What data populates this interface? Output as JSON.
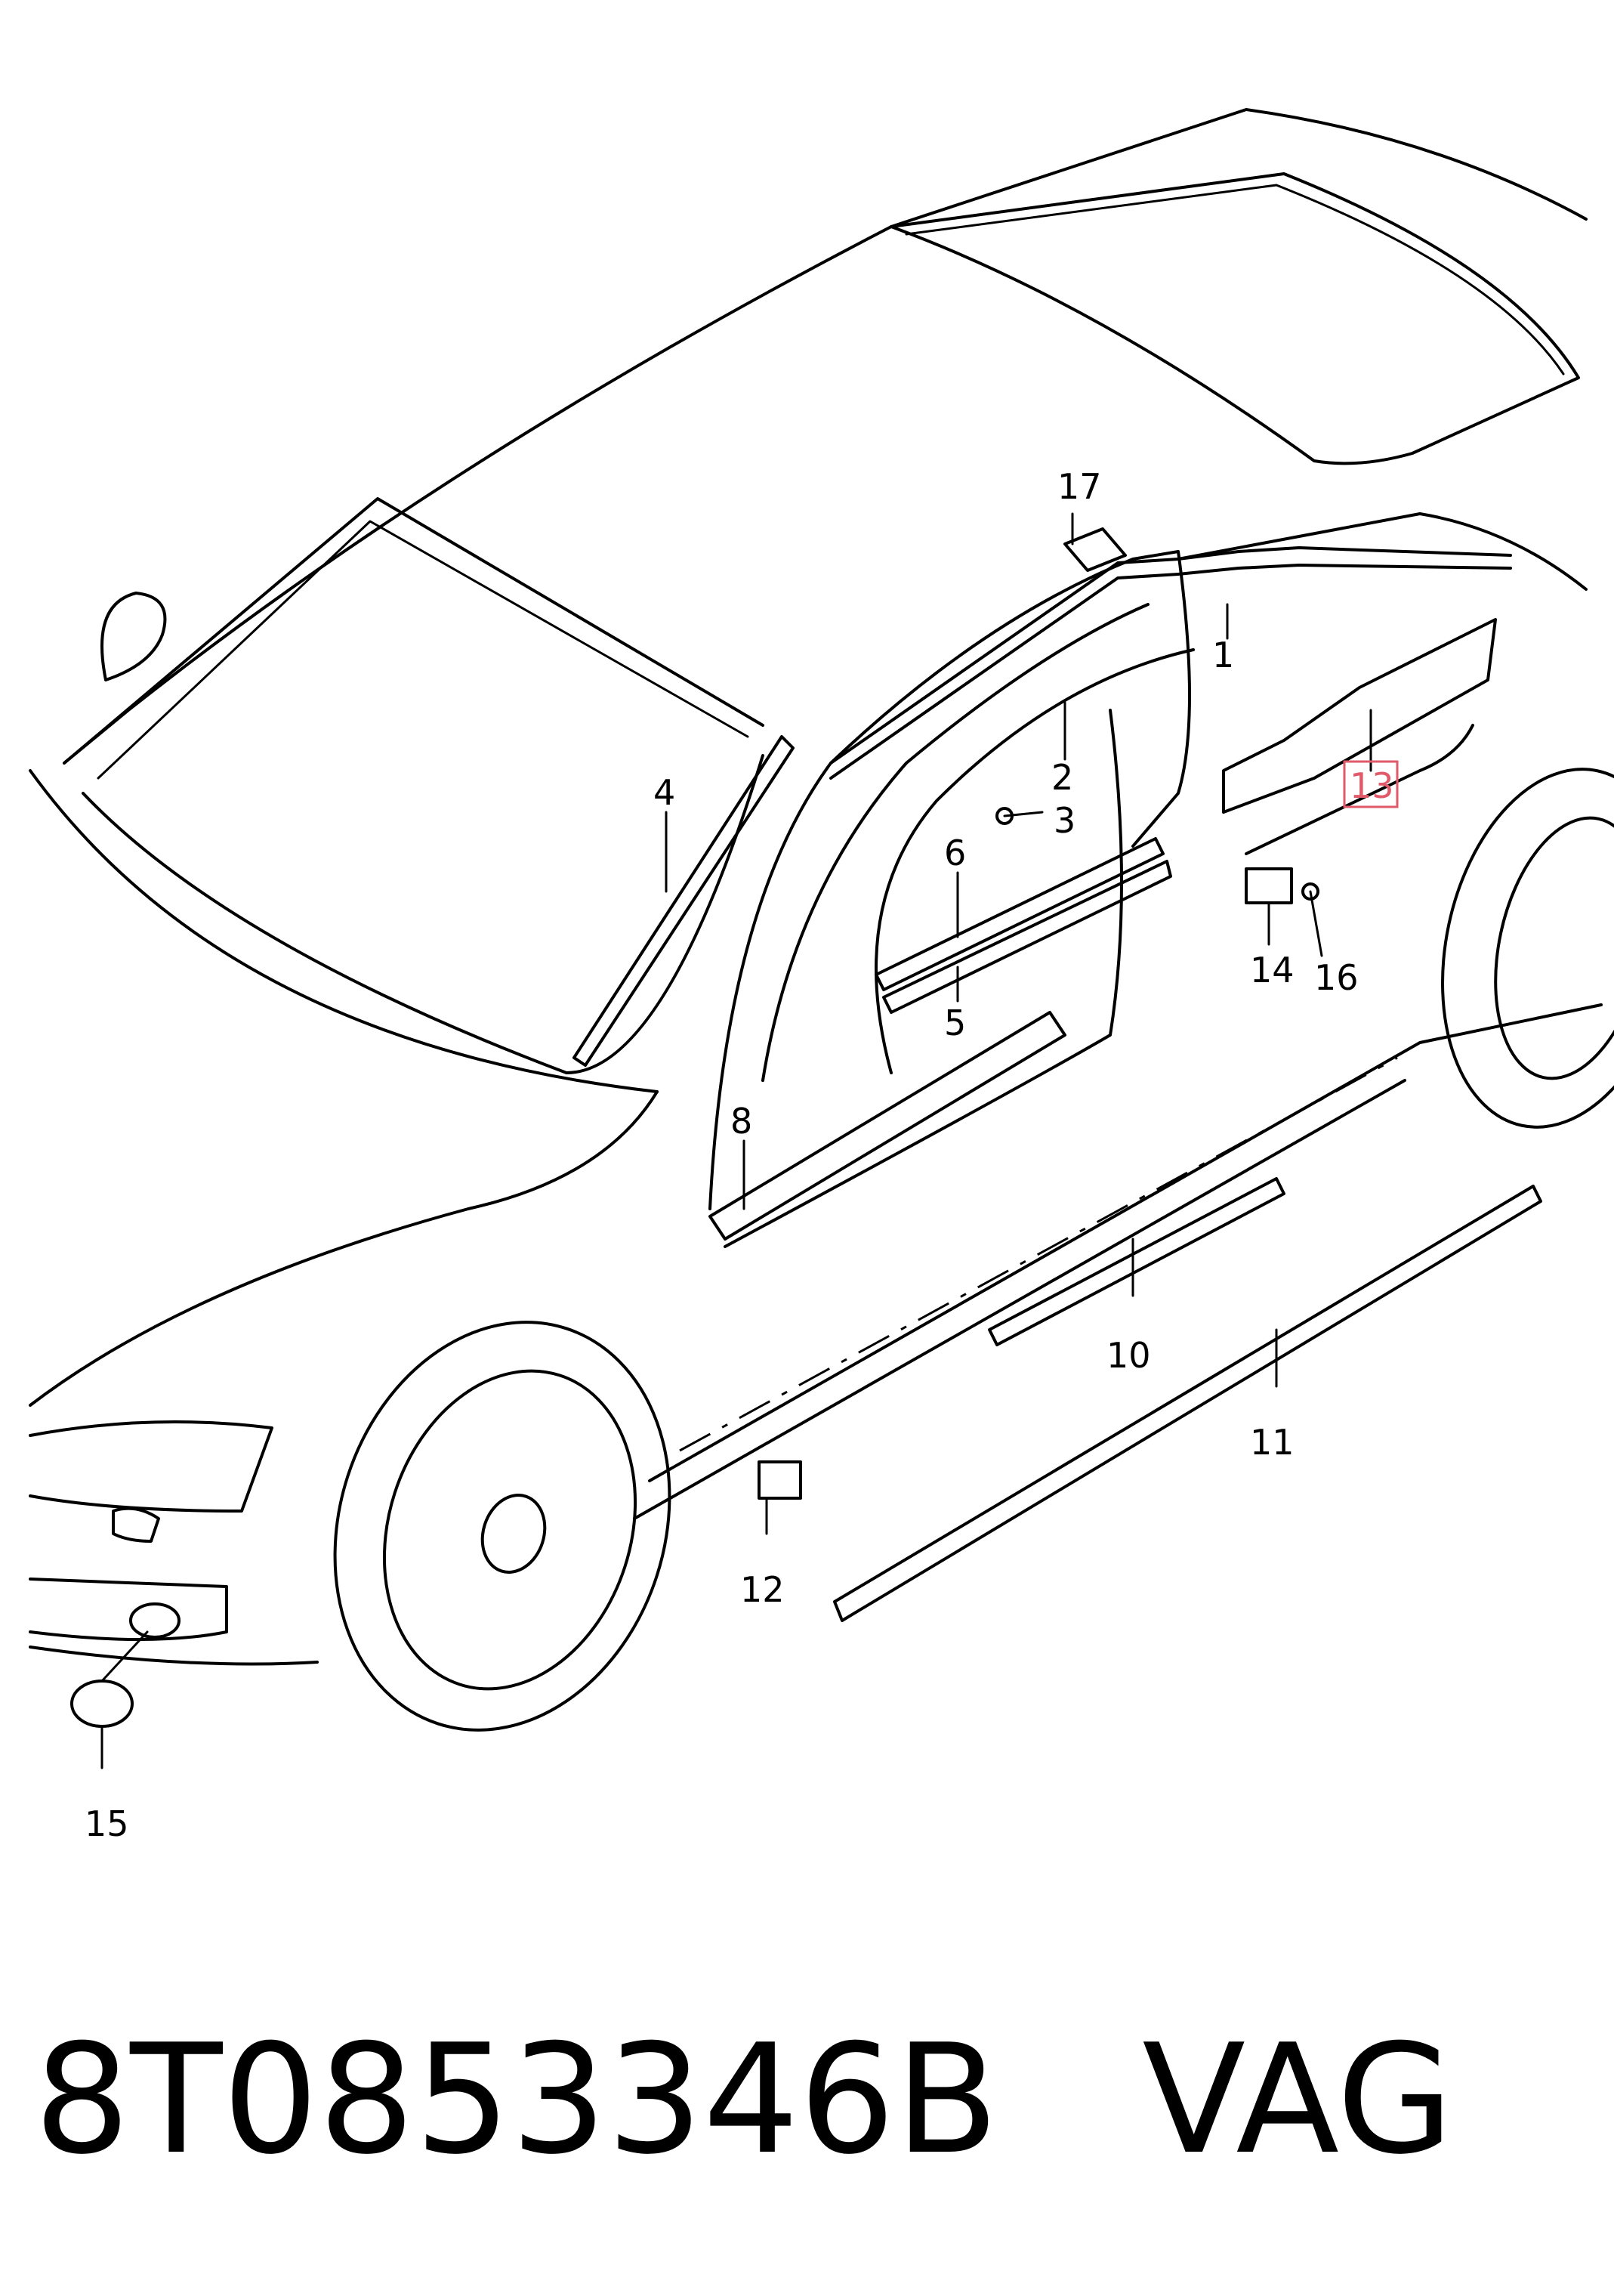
{
  "callouts": {
    "c1": "1",
    "c2": "2",
    "c3": "3",
    "c4": "4",
    "c5": "5",
    "c6": "6",
    "c8": "8",
    "c10": "10",
    "c11": "11",
    "c12": "12",
    "c13": "13",
    "c14": "14",
    "c15": "15",
    "c16": "16",
    "c17": "17"
  },
  "highlight_color": "#e05a6a",
  "caption": {
    "part_number": "8T0853346B",
    "brand": "VAG"
  }
}
